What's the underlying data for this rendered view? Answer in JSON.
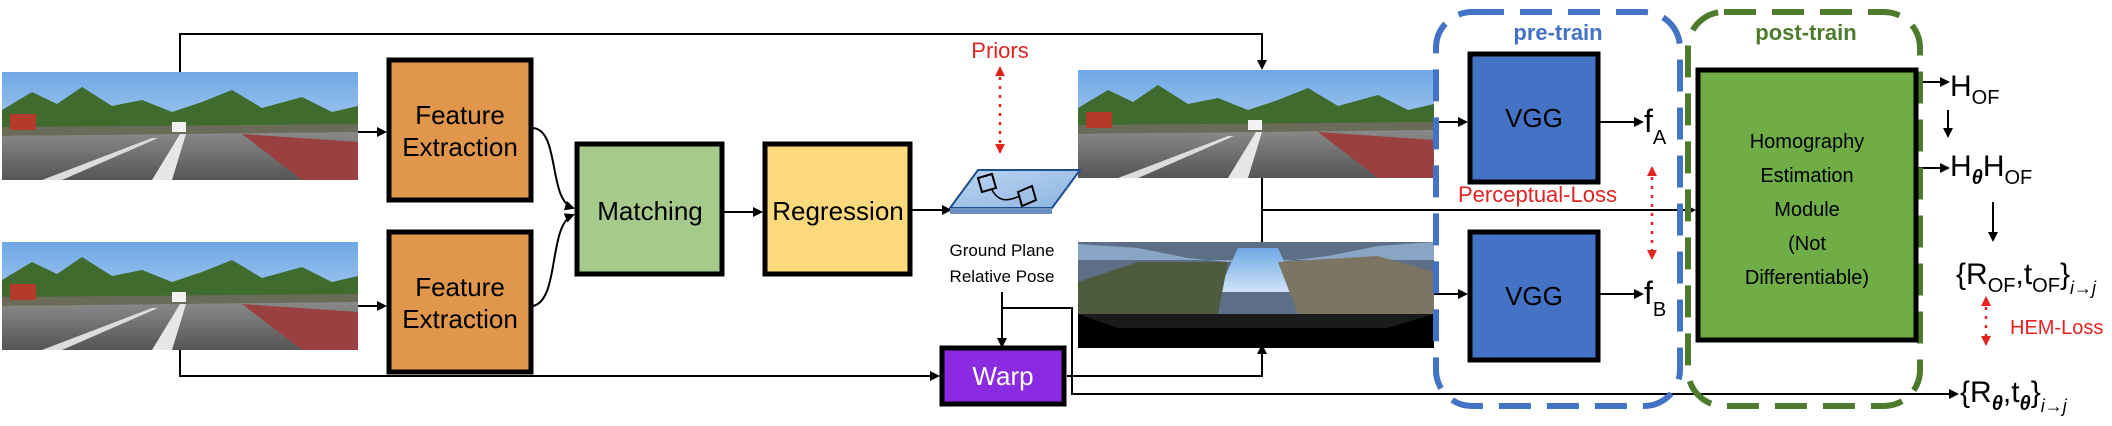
{
  "blocks": {
    "feature_extraction_top": [
      "Feature",
      "Extraction"
    ],
    "feature_extraction_bottom": [
      "Feature",
      "Extraction"
    ],
    "matching": "Matching",
    "regression": "Regression",
    "warp": "Warp",
    "vgg_top": "VGG",
    "vgg_bottom": "VGG",
    "hem": [
      "Homography",
      "Estimation",
      "Module",
      "(Not",
      "Differentiable)"
    ]
  },
  "labels": {
    "priors": "Priors",
    "ground_plane": [
      "Ground Plane",
      "Relative Pose"
    ],
    "pretrain": "pre-train",
    "posttrain": "post-train",
    "perceptual_loss": "Perceptual-Loss",
    "hem_loss": "HEM-Loss"
  },
  "outputs": {
    "f": "f",
    "f_a_sub": "A",
    "f_b_sub": "B",
    "h": "H",
    "of": "OF",
    "theta": "θ",
    "brace_open": "{",
    "brace_close": "}",
    "r": "R",
    "t": "t",
    "comma": ",",
    "ij": "i→j"
  },
  "colors": {
    "feature": "#E0964B",
    "matching": "#A6C98C",
    "regression": "#FBD97C",
    "warp": "#8A2BE2",
    "vgg": "#4472C4",
    "hem": "#70AD47",
    "pretrain": "#4472C4",
    "posttrain": "#4E7A2E",
    "loss": "#E32222"
  }
}
